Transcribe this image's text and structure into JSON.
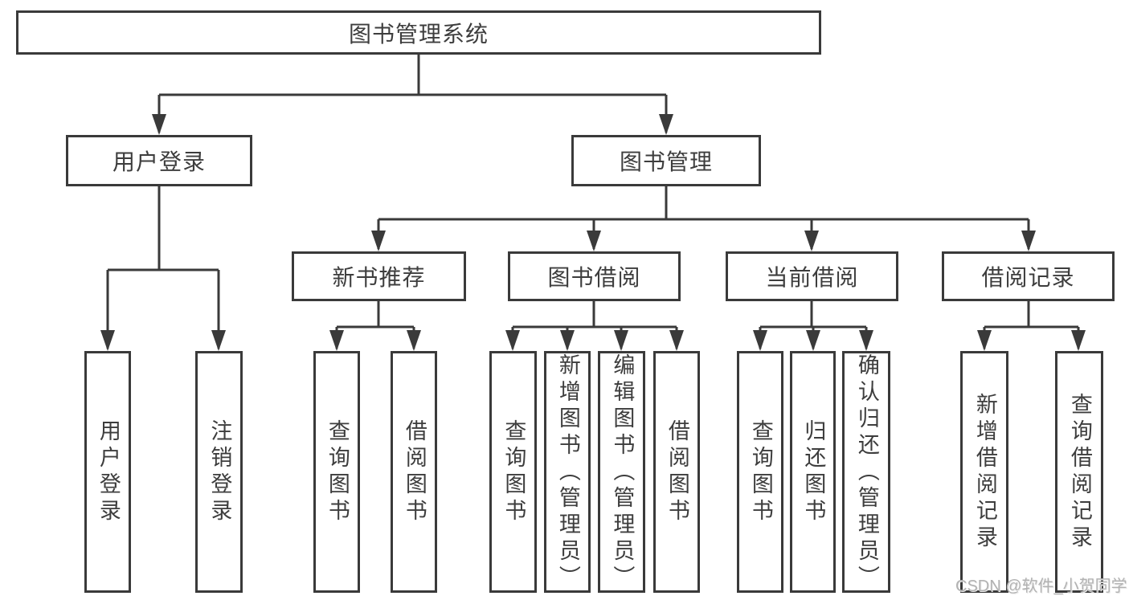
{
  "diagram_title": "图书管理系统",
  "watermark": "CSDN @软件_小贺同学",
  "colors": {
    "line": "#3a3a3a",
    "text": "#3d3d3d",
    "watermark": "#b2b2b2",
    "background": "#ffffff"
  },
  "tree": {
    "root": {
      "label": "图书管理系统"
    },
    "branches": [
      {
        "label": "用户登录",
        "children": [
          {
            "label": "用户登录"
          },
          {
            "label": "注销登录"
          }
        ]
      },
      {
        "label": "图书管理",
        "children": [
          {
            "label": "新书推荐",
            "children": [
              {
                "label": "查询图书"
              },
              {
                "label": "借阅图书"
              }
            ]
          },
          {
            "label": "图书借阅",
            "children": [
              {
                "label": "查询图书"
              },
              {
                "label": "新增图书（管理员）"
              },
              {
                "label": "编辑图书（管理员）"
              },
              {
                "label": "借阅图书"
              }
            ]
          },
          {
            "label": "当前借阅",
            "children": [
              {
                "label": "查询图书"
              },
              {
                "label": "归还图书"
              },
              {
                "label": "确认归还（管理员）"
              }
            ]
          },
          {
            "label": "借阅记录",
            "children": [
              {
                "label": "新增借阅记录"
              },
              {
                "label": "查询借阅记录"
              }
            ]
          }
        ]
      }
    ]
  }
}
